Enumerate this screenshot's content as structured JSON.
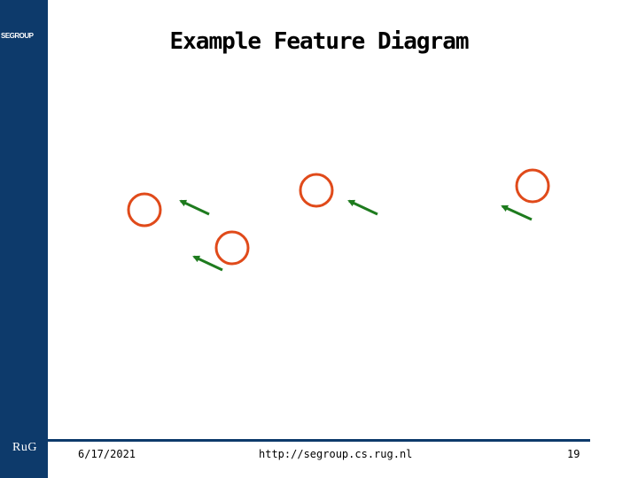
{
  "sidebar": {
    "brand": "SEGROUP",
    "logo": "RuG"
  },
  "title": "Example Feature Diagram",
  "footer": {
    "date": "6/17/2021",
    "url": "http://segroup.cs.rug.nl",
    "page": "19"
  },
  "colors": {
    "sidebar": "#0d3a6b",
    "node": "#e04a1a",
    "edge": "#1e7b1e"
  }
}
